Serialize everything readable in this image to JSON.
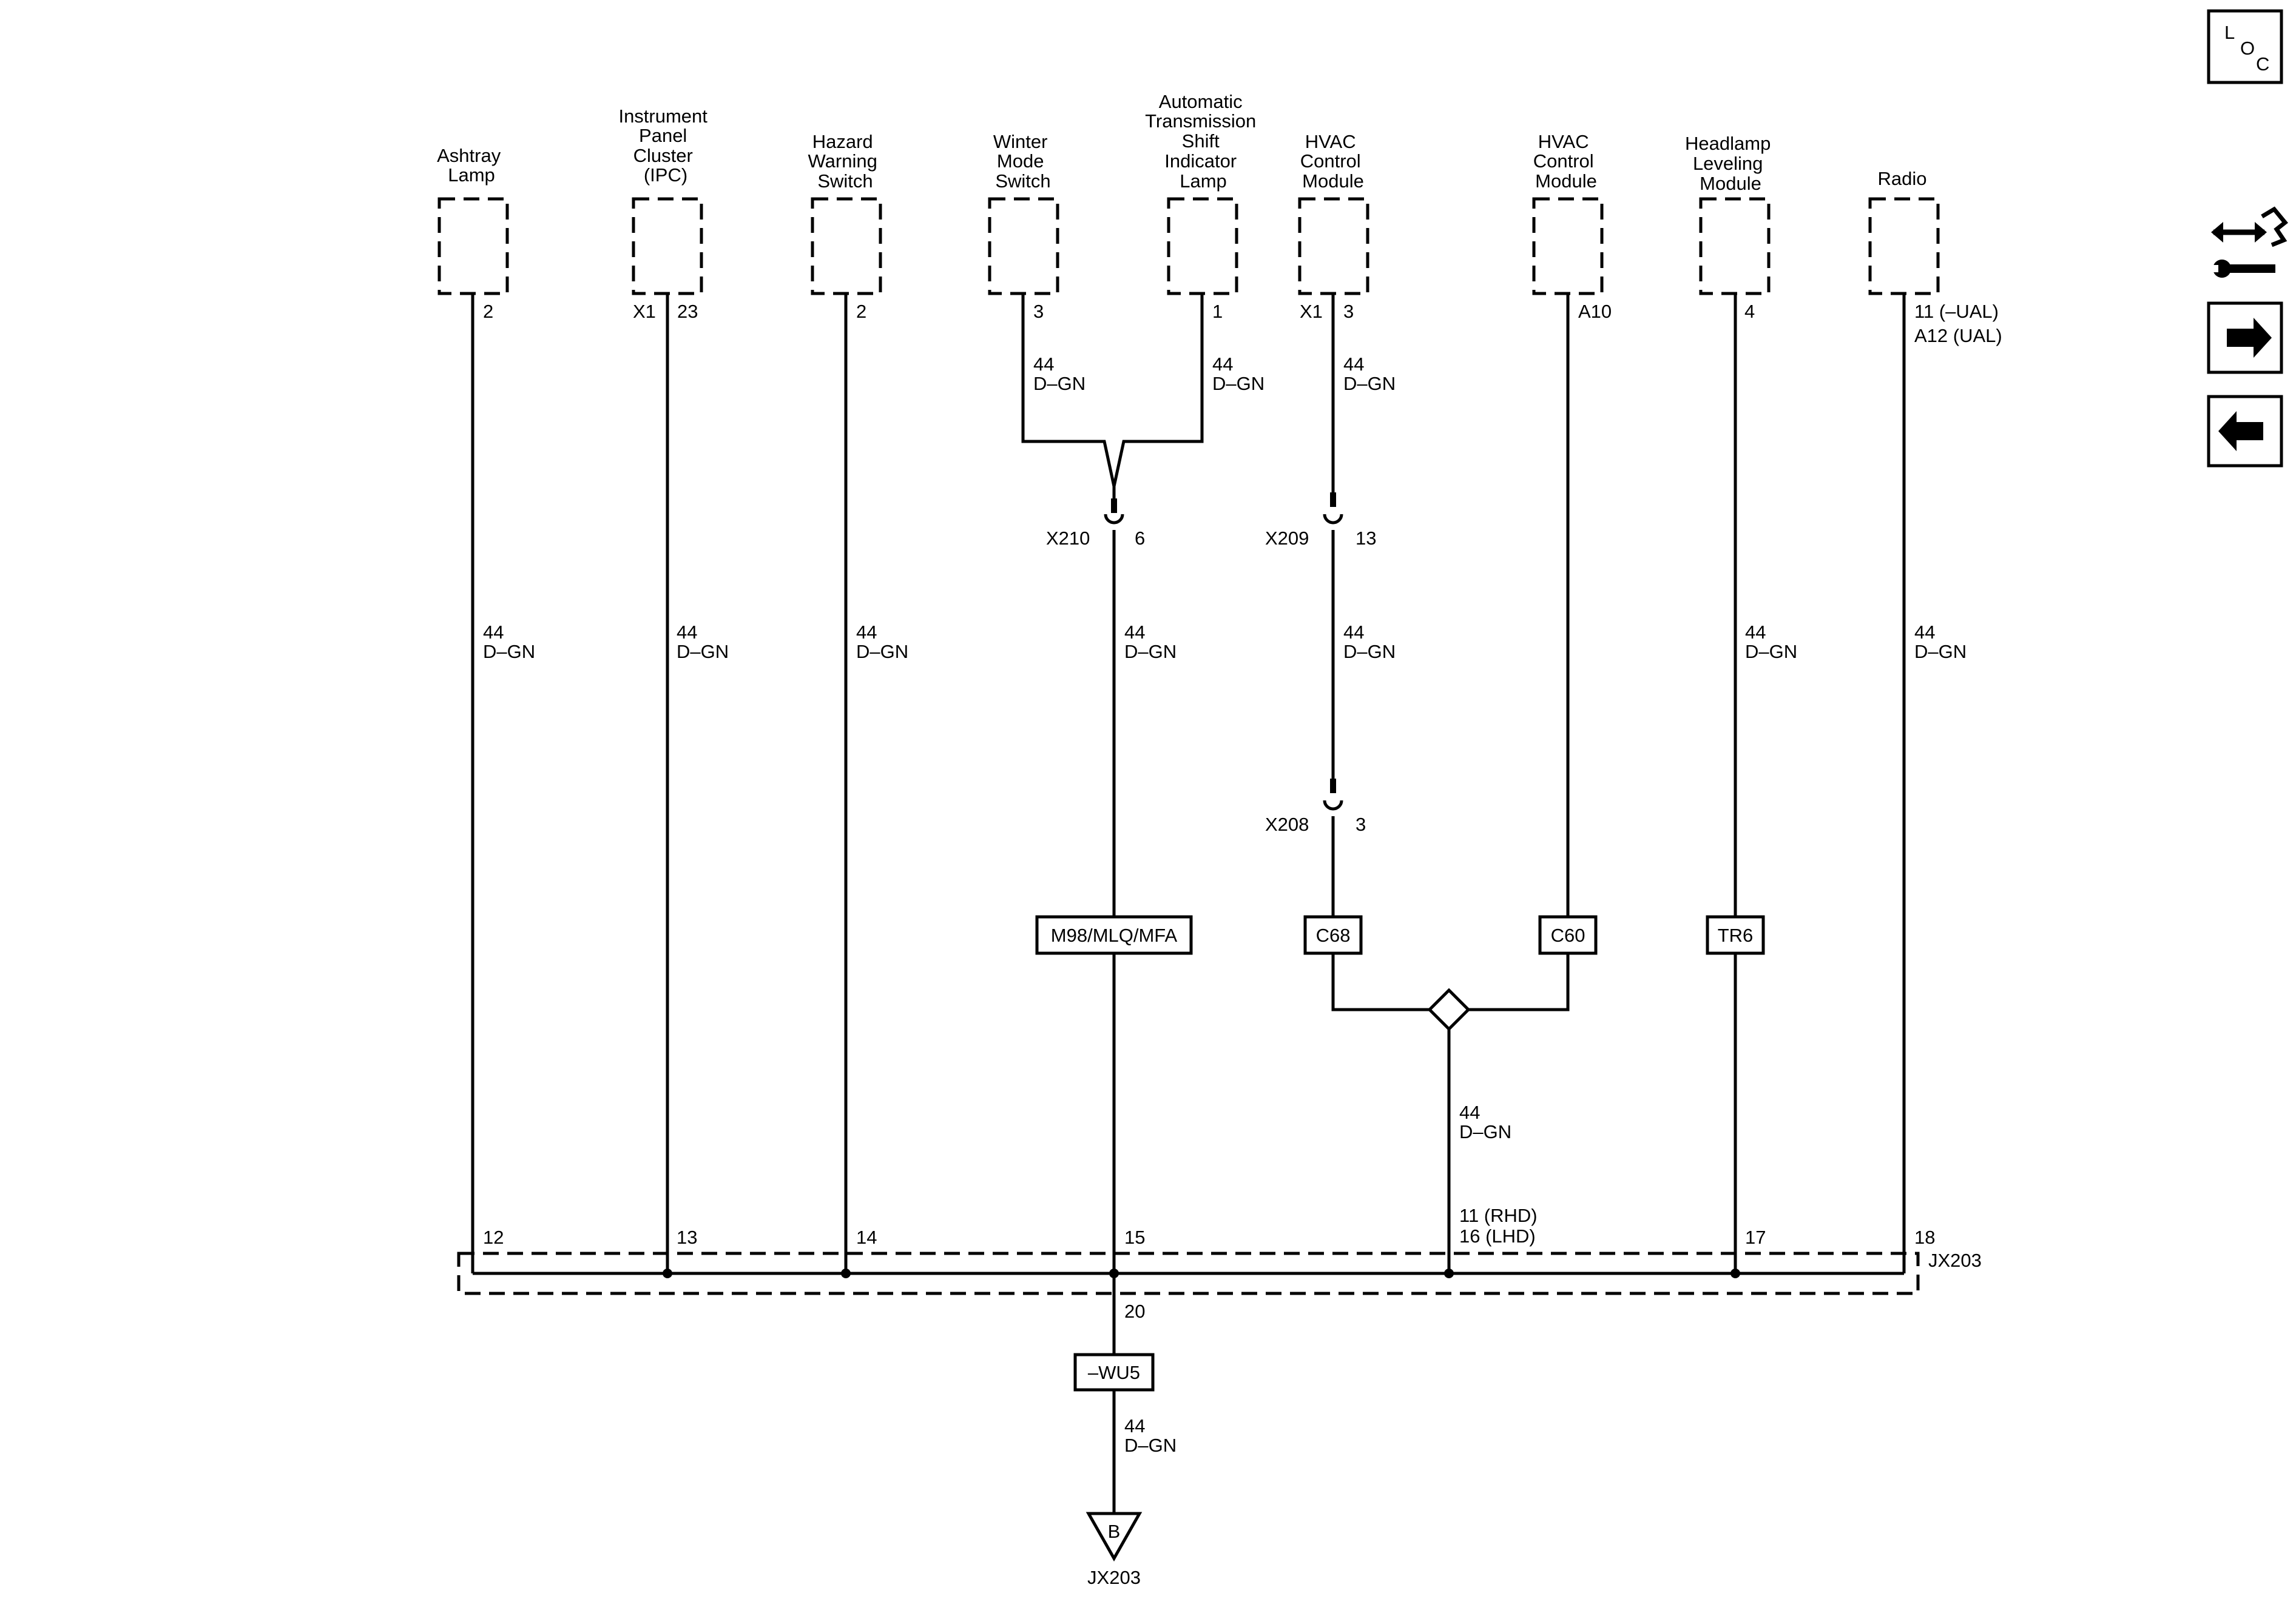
{
  "components": [
    {
      "id": "ashtray",
      "lines": [
        "Ashtray",
        "Lamp"
      ],
      "pin": "2"
    },
    {
      "id": "ipc",
      "lines": [
        "Instrument",
        "Panel",
        "Cluster",
        "(IPC)"
      ],
      "connector": "X1",
      "pin": "23"
    },
    {
      "id": "hazard",
      "lines": [
        "Hazard",
        "Warning",
        "Switch"
      ],
      "pin": "2"
    },
    {
      "id": "winter",
      "lines": [
        "Winter",
        "Mode",
        "Switch"
      ],
      "pin": "3"
    },
    {
      "id": "atsil",
      "lines": [
        "Automatic",
        "Transmission",
        "Shift",
        "Indicator",
        "Lamp"
      ],
      "pin": "1"
    },
    {
      "id": "hvac1",
      "lines": [
        "HVAC",
        "Control",
        "Module"
      ],
      "connector": "X1",
      "pin": "3"
    },
    {
      "id": "hvac2",
      "lines": [
        "HVAC",
        "Control",
        "Module"
      ],
      "pin": "A10"
    },
    {
      "id": "headlamp",
      "lines": [
        "Headlamp",
        "Leveling",
        "Module"
      ],
      "pin": "4"
    },
    {
      "id": "radio",
      "lines": [
        "Radio"
      ],
      "pin": "11 (–UAL)",
      "pin2": "A12 (UAL)"
    }
  ],
  "wire": {
    "gauge": "44",
    "color": "D–GN"
  },
  "inline_connectors": [
    {
      "id": "X210",
      "pin": "6"
    },
    {
      "id": "X209",
      "pin": "13"
    },
    {
      "id": "X208",
      "pin": "3"
    }
  ],
  "options": {
    "winter": "M98/MLQ/MFA",
    "c68": "C68",
    "c60": "C60",
    "tr6": "TR6",
    "wu5": "–WU5"
  },
  "splice_pins": {
    "p12": "12",
    "p13": "13",
    "p14": "14",
    "p15": "15",
    "p_hvac_rhd": "11 (RHD)",
    "p_hvac_lhd": "16 (LHD)",
    "p17": "17",
    "p18": "18",
    "p20": "20"
  },
  "splice_name": "JX203",
  "ground": {
    "letter": "B",
    "name": "JX203"
  },
  "side_icons": [
    {
      "id": "loc",
      "name": "location-icon",
      "letters": [
        "L",
        "O",
        "C"
      ]
    },
    {
      "id": "conn",
      "name": "connector-wrench-icon"
    },
    {
      "id": "next",
      "name": "arrow-right-icon"
    },
    {
      "id": "prev",
      "name": "arrow-left-icon"
    }
  ]
}
